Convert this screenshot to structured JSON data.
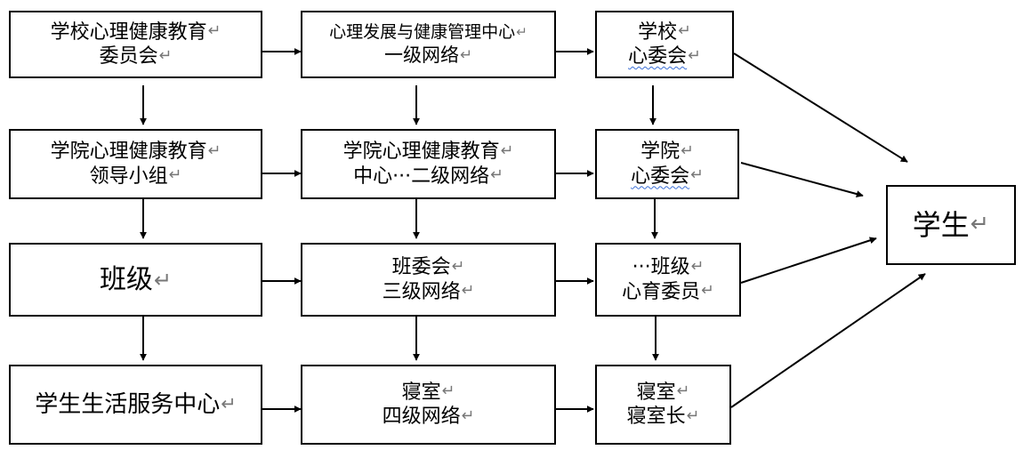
{
  "return_mark": "↵",
  "boxes": {
    "b11": {
      "lines": [
        "学校心理健康教育",
        "委员会"
      ]
    },
    "b12": {
      "lines": [
        "心理发展与健康管理中心",
        "一级网络"
      ]
    },
    "b13": {
      "lines": [
        "学校",
        "心委会"
      ]
    },
    "b21": {
      "lines": [
        "学院心理健康教育",
        "领导小组"
      ]
    },
    "b22": {
      "lines": [
        "学院心理健康教育",
        "中心···二级网络"
      ]
    },
    "b23": {
      "lines": [
        "学院",
        "心委会"
      ]
    },
    "b31": {
      "lines": [
        "班级"
      ]
    },
    "b32": {
      "lines": [
        "班委会",
        "三级网络"
      ]
    },
    "b33": {
      "lines": [
        "···班级",
        "心育委员"
      ]
    },
    "b41": {
      "lines": [
        "学生生活服务中心"
      ]
    },
    "b42": {
      "lines": [
        "寝室",
        "四级网络"
      ]
    },
    "b43": {
      "lines": [
        "寝室",
        "寝室长"
      ]
    },
    "student": {
      "lines": [
        "学生"
      ]
    }
  }
}
